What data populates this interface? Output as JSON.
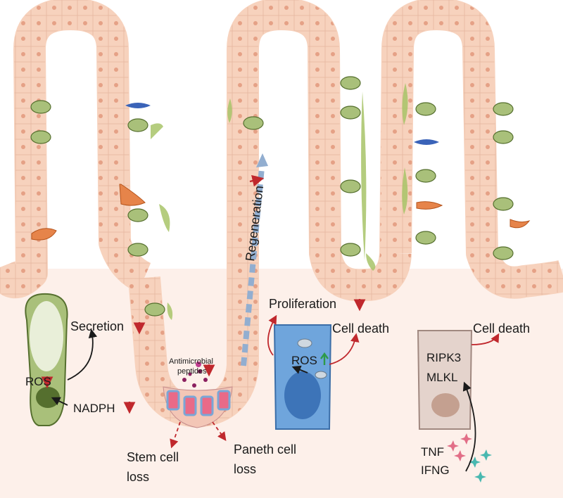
{
  "labels": {
    "secretion": "Secretion",
    "ros_goblet": "ROS",
    "nadph": "NADPH",
    "antimicrobial_line1": "Antimicrobial",
    "antimicrobial_line2": "peptides",
    "regeneration": "Regeneration",
    "stem_line1": "Stem cell",
    "stem_line2": "loss",
    "paneth_line1": "Paneth cell",
    "paneth_line2": "loss",
    "proliferation": "Proliferation",
    "cell_death_enterocyte": "Cell death",
    "ros_enterocyte": "ROS",
    "cell_death_necroptotic": "Cell death",
    "ripk3": "RIPK3",
    "mlkl": "MLKL",
    "tnf": "TNF",
    "ifng": "IFNG"
  },
  "colors": {
    "epithelium": "#f7d2bd",
    "epithelium_edge": "#e2b49c",
    "nucleus": "#e39c80",
    "lamina": "#fdf0ea",
    "goblet": "#7f9a4c",
    "goblet_dark": "#556f2e",
    "enterocyte": "#6fa5dc",
    "necroptotic": "#e4d3cc",
    "stem_cell": "#e96a88",
    "paneth_cell": "#e3a0ac",
    "tuft": "#e6844a",
    "enteroendocrine": "#3a63b8",
    "decrease_arrow": "#c0282d",
    "increase_arrow": "#2e9a48",
    "regeneration_arrow": "#92aed0"
  }
}
